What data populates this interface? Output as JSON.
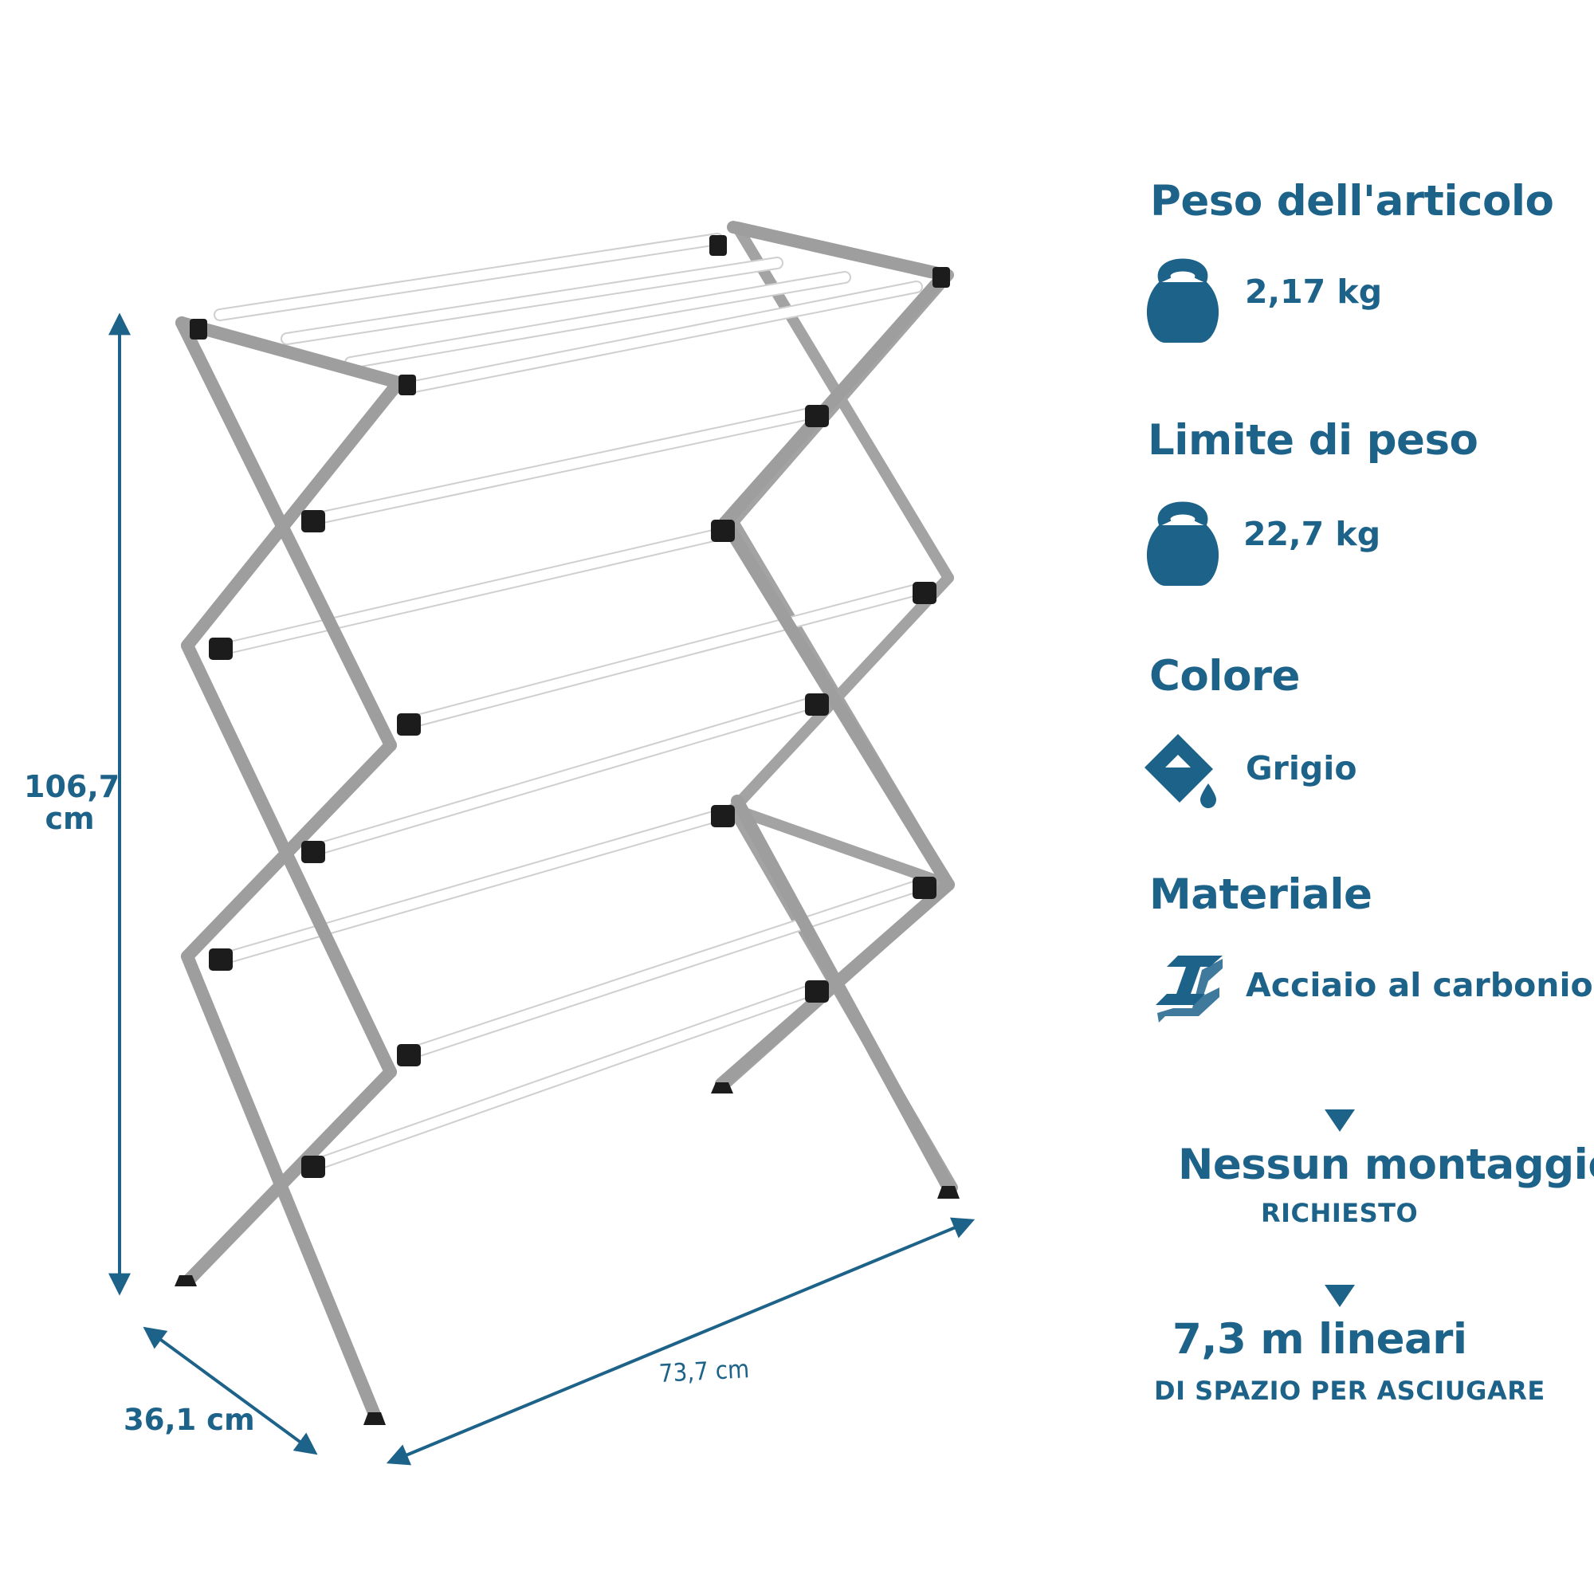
{
  "colors": {
    "accent": "#1d6289",
    "frame": "#9b9b9b",
    "rod": "#ffffff",
    "clip": "#1a1a1a"
  },
  "dimensions": {
    "height_value": "106,7",
    "height_unit": "cm",
    "depth": "36,1 cm",
    "width": "73,7 cm"
  },
  "specs": {
    "weight": {
      "title": "Peso dell'articolo",
      "value": "2,17 kg",
      "icon": "kettlebell-icon"
    },
    "limit": {
      "title": "Limite di peso",
      "value": "22,7 kg",
      "icon": "kettlebell-icon"
    },
    "color": {
      "title": "Colore",
      "value": "Grigio",
      "icon": "paint-bucket-icon"
    },
    "material": {
      "title": "Materiale",
      "value": "Acciaio al carbonio",
      "icon": "steel-beam-icon"
    }
  },
  "features": {
    "assembly": {
      "main": "Nessun montaggio",
      "sub": "RICHIESTO",
      "icon": "arrow-down-icon"
    },
    "drying": {
      "main": "7,3 m lineari",
      "sub": "DI SPAZIO PER ASCIUGARE",
      "icon": "arrow-down-icon"
    }
  }
}
